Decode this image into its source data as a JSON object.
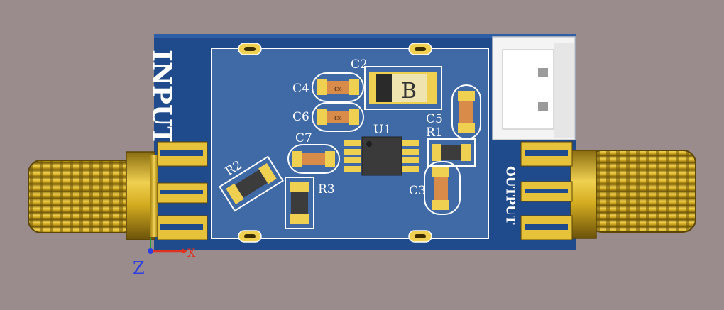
{
  "colors": {
    "background": "#9a8b8c",
    "pcb": "#1f4a8c",
    "silk": "#ffffff",
    "gold": "#d9b52a",
    "copper": "#d98c4a",
    "ic": "#3a3a3a",
    "connector": "#f2f2f2",
    "axis_x": "#e03020",
    "axis_y": "#20a040",
    "axis_z": "#3040e0"
  },
  "board": {
    "input_label": "INPUT",
    "output_label": "OUTPUT"
  },
  "components": {
    "c2": "C2",
    "c3": "C3",
    "c4": "C4",
    "c5": "C5",
    "c6": "C6",
    "c7": "C7",
    "r1": "R1",
    "r2": "R2",
    "r3": "R3",
    "u1": "U1",
    "diode_mark": "B"
  },
  "axes": {
    "z": "Z",
    "x": "X"
  }
}
